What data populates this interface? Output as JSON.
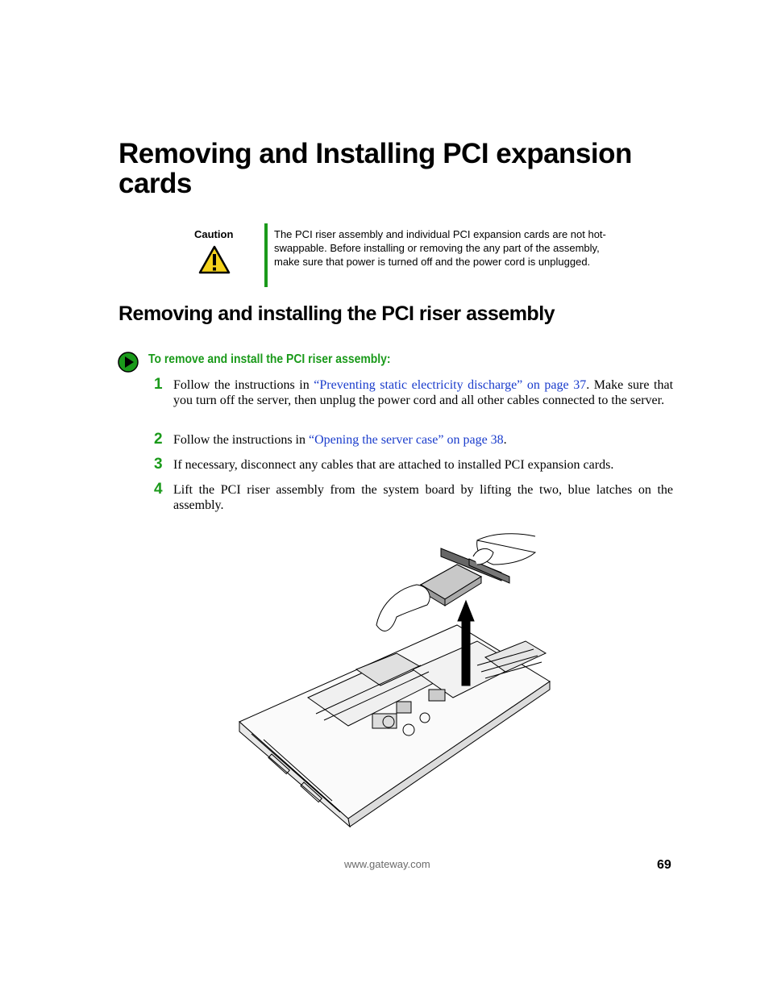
{
  "title": "Removing and Installing PCI expansion cards",
  "caution": {
    "label": "Caution",
    "text": "The PCI riser assembly and individual PCI expansion cards are not hot-swappable. Before installing or removing the any part of the assembly, make sure that power is turned off and the power cord is unplugged."
  },
  "section_title": "Removing and installing the PCI riser assembly",
  "procedure": {
    "title": "To remove and install the PCI riser assembly:",
    "steps": [
      {
        "number": "1",
        "before": "Follow the instructions in ",
        "link": "“Preventing static electricity discharge” on page 37",
        "after": ". Make sure that you turn off the server, then unplug the power cord and all other cables connected to the server."
      },
      {
        "number": "2",
        "before": "Follow the instructions in ",
        "link": "“Opening the server case” on page 38",
        "after": "."
      },
      {
        "number": "3",
        "text": "If necessary, disconnect any cables that are attached to installed PCI expansion cards."
      },
      {
        "number": "4",
        "text": "Lift the PCI riser assembly from the system board by lifting the two, blue latches on the assembly."
      }
    ]
  },
  "footer": {
    "url": "www.gateway.com",
    "page_number": "69"
  },
  "colors": {
    "accent_green": "#1a9a1a",
    "link_blue": "#1a3ccc"
  },
  "icons": [
    "caution-triangle-icon",
    "procedure-arrow-icon"
  ]
}
